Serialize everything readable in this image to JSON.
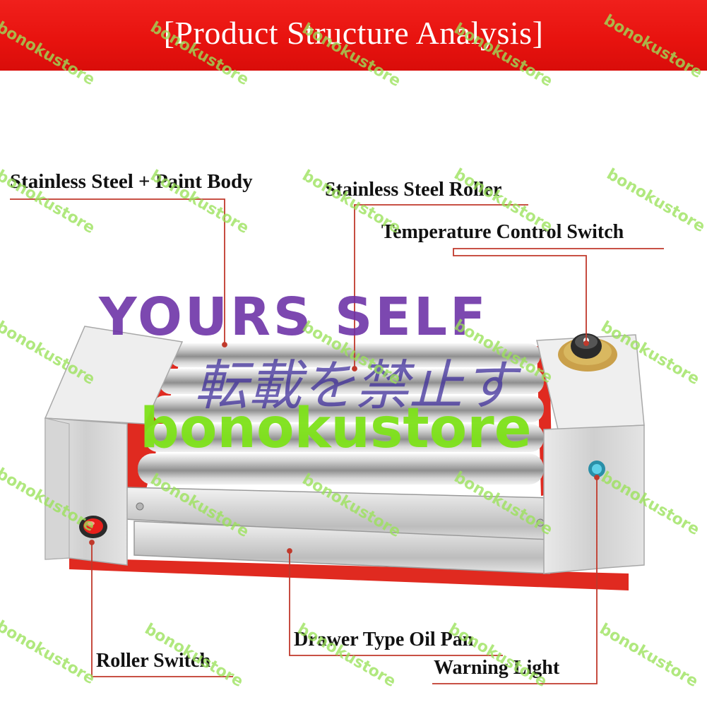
{
  "header": {
    "title": "[Product Structure Analysis]"
  },
  "callouts": {
    "body": "Stainless Steel + Paint Body",
    "roller": "Stainless Steel Roller",
    "temperature": "Temperature Control Switch",
    "oil_pan": "Drawer Type Oil Pan",
    "roller_switch": "Roller Switch",
    "warning_light": "Warning Light"
  },
  "watermarks": {
    "yours_self": "YOURS SELF",
    "japanese": "転載を禁止す",
    "store": "bonokustore"
  },
  "colors": {
    "banner_red": "#e8130f",
    "leader_red": "#c0392b",
    "frame_red": "#e02a20",
    "purple": "#6b2fa6",
    "green": "#7fe21c"
  }
}
